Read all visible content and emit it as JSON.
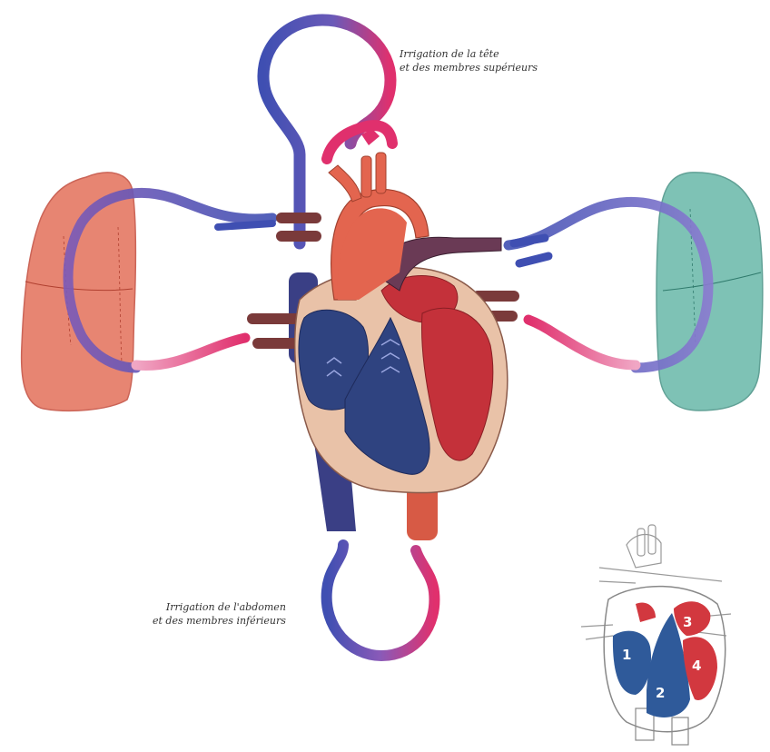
{
  "captions": {
    "upper_line1": "Irrigation de la tête",
    "upper_line2": "et des membres supérieurs",
    "lower_line1": "Irrigation de l'abdomen",
    "lower_line2": "et des membres inférieurs"
  },
  "inset_labels": [
    "1",
    "2",
    "3",
    "4"
  ],
  "colors": {
    "deoxygenated": "#3f4fb2",
    "oxygenated": "#e0306d",
    "heart_wall": "#e9c2a8",
    "right_heart": "#2f4380",
    "left_heart": "#c4313a",
    "aorta": "#e3654f",
    "left_lung": "#e3705a",
    "right_lung": "#5fb3a3"
  }
}
